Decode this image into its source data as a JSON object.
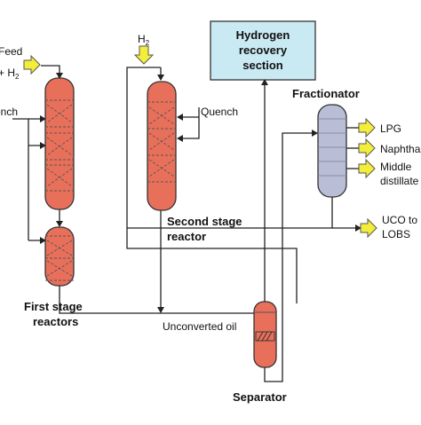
{
  "colors": {
    "reactor_fill": "#e8705a",
    "fractionator_fill": "#b9bed6",
    "hydrogen_box_fill": "#c9e9f3",
    "arrow_fill": "#f3ee3a",
    "line": "#222222"
  },
  "labels": {
    "feed_line1": "Feed",
    "feed_line2": "+ H",
    "feed_sub": "2",
    "quench_left": "Quench",
    "h2_main": "H",
    "h2_sub": "2",
    "quench_right": "Quench",
    "hydrogen_line1": "Hydrogen",
    "hydrogen_line2": "recovery",
    "hydrogen_line3": "section",
    "fractionator": "Fractionator",
    "lpg": "LPG",
    "naphtha": "Naphtha",
    "middle_line1": "Middle",
    "middle_line2": "distillate",
    "uco_line1": "UCO to",
    "uco_line2": "LOBS",
    "second_stage_line1": "Second stage",
    "second_stage_line2": "reactor",
    "unconverted_oil": "Unconverted oil",
    "first_stage_line1": "First stage",
    "first_stage_line2": "reactors",
    "separator": "Separator"
  },
  "icons": {
    "flow_arrow": "yellow-block-arrow-icon",
    "line_arrow": "arrowhead-icon"
  }
}
